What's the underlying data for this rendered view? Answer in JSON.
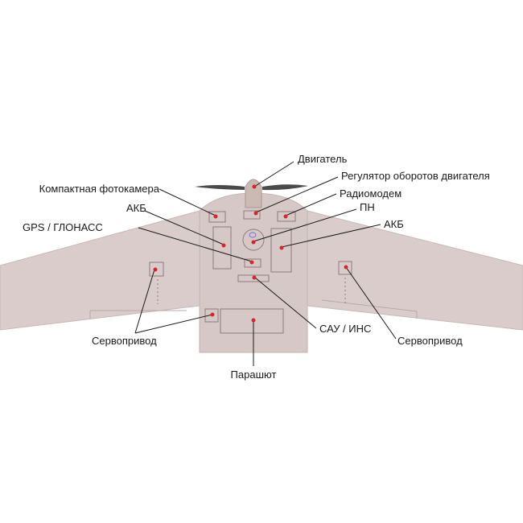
{
  "labels": {
    "engine": "Двигатель",
    "engine_speed_controller": "Регулятор оборотов двигателя",
    "compact_camera": "Компактная фотокамера",
    "radio_modem": "Радиомодем",
    "battery_left": "АКБ",
    "payload": "ПН",
    "gps_glonass": "GPS / ГЛОНАСС",
    "battery_right": "АКБ",
    "autopilot_ins": "САУ / ИНС",
    "servo_left": "Сервопривод",
    "servo_right": "Сервопривод",
    "parachute": "Парашют"
  },
  "colors": {
    "airframe": "#d9ccca",
    "marker": "#d8252b",
    "text": "#1a1a1a"
  }
}
